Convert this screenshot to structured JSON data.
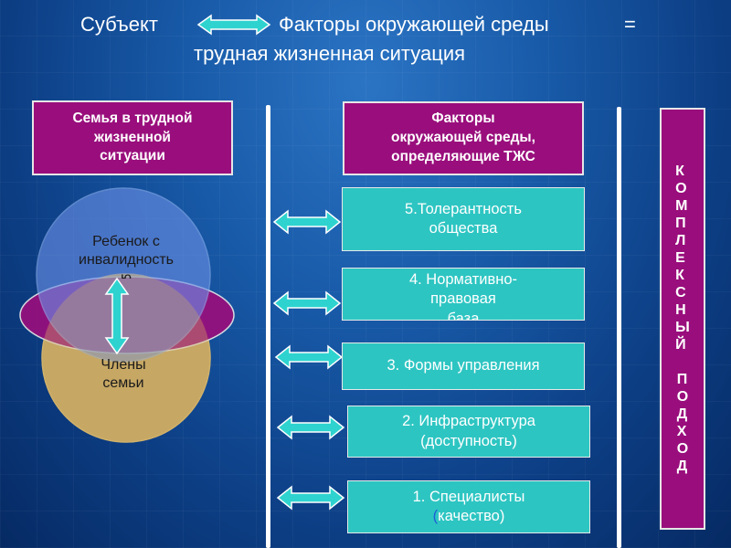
{
  "title": {
    "subject": "Субъект",
    "factors": "Факторы окружающей среды",
    "equals": "=",
    "line2": "трудная жизненная ситуация"
  },
  "left_header": {
    "line1": "Семья в трудной",
    "line2": "жизненной",
    "line3": "ситуации"
  },
  "right_header": {
    "line1": "Факторы",
    "line2": "окружающей среды,",
    "line3": "определяющие ТЖС"
  },
  "venn": {
    "child_line1": "Ребенок с",
    "child_line2": "инвалидность",
    "child_line3": "ю",
    "members_line1": "Члены",
    "members_line2": "семьи"
  },
  "factors": [
    {
      "id": 5,
      "line1": "5.Толерантность",
      "line2": "общества"
    },
    {
      "id": 4,
      "line1": "4. Нормативно-",
      "line2": "правовая",
      "line3": "база"
    },
    {
      "id": 3,
      "line1": "3. Формы управления"
    },
    {
      "id": 2,
      "line1": "2. Инфраструктура",
      "line2": "(доступность)"
    },
    {
      "id": 1,
      "line1": "1. Специалисты",
      "line2_open": "(",
      "line2_word": "качество)"
    }
  ],
  "vertical_text": {
    "word1": [
      "К",
      "О",
      "М",
      "П",
      "Л",
      "Е",
      "К",
      "С",
      "Н",
      "Ы",
      "Й"
    ],
    "word2": [
      "П",
      "О",
      "Д",
      "Х",
      "О",
      "Д"
    ]
  },
  "colors": {
    "background": "#185aa8",
    "header_fill": "#990e7c",
    "factor_fill": "#2dc5c2",
    "arrow_fill": "#2ed3cf",
    "circle_top": "#5577d6",
    "circle_bottom": "#c9a964",
    "ellipse": "#990e7c"
  }
}
